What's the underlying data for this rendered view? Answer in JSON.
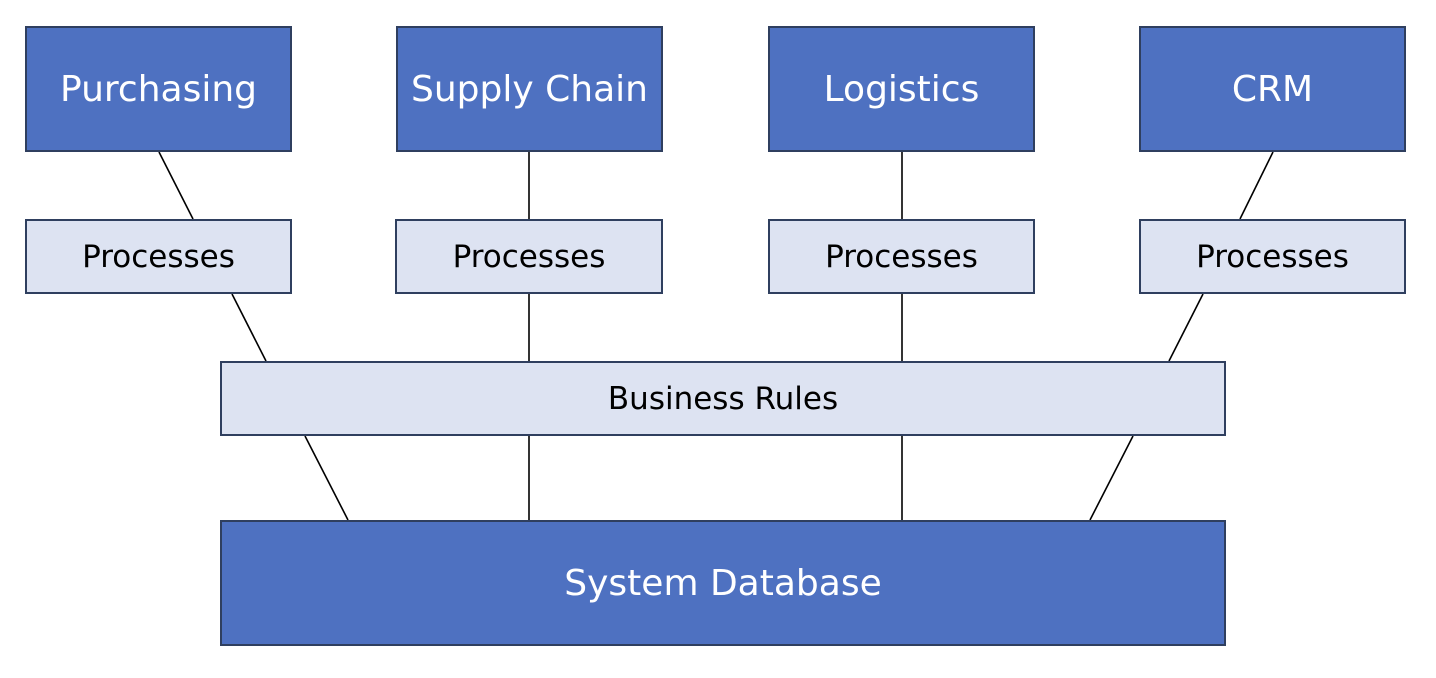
{
  "colors": {
    "dark_fill": "#4e71c1",
    "light_fill": "#dde3f2",
    "border": "#2f3f5f",
    "line": "#000000"
  },
  "modules": [
    {
      "label": "Purchasing"
    },
    {
      "label": "Supply Chain"
    },
    {
      "label": "Logistics"
    },
    {
      "label": "CRM"
    }
  ],
  "processes": [
    {
      "label": "Processes"
    },
    {
      "label": "Processes"
    },
    {
      "label": "Processes"
    },
    {
      "label": "Processes"
    }
  ],
  "business_rules": {
    "label": "Business Rules"
  },
  "system_database": {
    "label": "System Database"
  }
}
